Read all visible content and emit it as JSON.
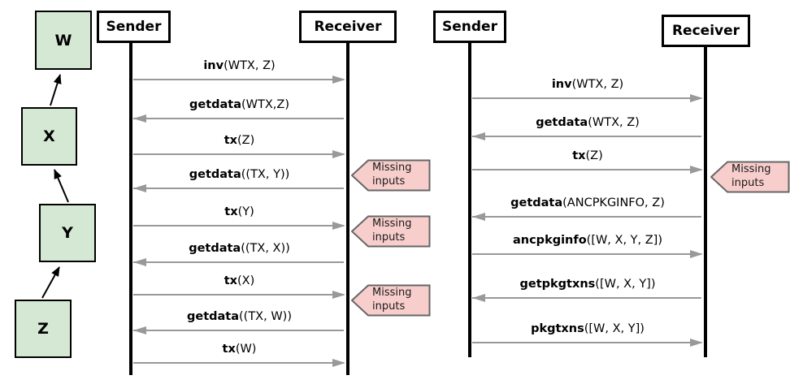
{
  "colors": {
    "node_green": "#d5e8d4",
    "callout_pink": "#f8cecc",
    "callout_border": "#666666",
    "arrow_gray": "#999999",
    "line_black": "#000000"
  },
  "dependency_graph": {
    "nodes": [
      {
        "label": "W"
      },
      {
        "label": "X"
      },
      {
        "label": "Y"
      },
      {
        "label": "Z"
      }
    ],
    "edges": [
      {
        "from": "X",
        "to": "W"
      },
      {
        "from": "Y",
        "to": "X"
      },
      {
        "from": "Z",
        "to": "Y"
      }
    ]
  },
  "diagrams": [
    {
      "sender_label": "Sender",
      "receiver_label": "Receiver",
      "messages": [
        {
          "name": "inv",
          "args": "(WTX, Z)",
          "direction": "to-receiver"
        },
        {
          "name": "getdata",
          "args": "(WTX,Z)",
          "direction": "to-sender"
        },
        {
          "name": "tx",
          "args": "(Z)",
          "direction": "to-receiver"
        },
        {
          "name": "getdata",
          "args": "((TX, Y))",
          "direction": "to-sender"
        },
        {
          "name": "tx",
          "args": "(Y)",
          "direction": "to-receiver"
        },
        {
          "name": "getdata",
          "args": "((TX, X))",
          "direction": "to-sender"
        },
        {
          "name": "tx",
          "args": "(X)",
          "direction": "to-receiver"
        },
        {
          "name": "getdata",
          "args": "((TX, W))",
          "direction": "to-sender"
        },
        {
          "name": "tx",
          "args": "(W)",
          "direction": "to-receiver"
        }
      ],
      "callouts": [
        {
          "text": "Missing inputs"
        },
        {
          "text": "Missing inputs"
        },
        {
          "text": "Missing inputs"
        }
      ]
    },
    {
      "sender_label": "Sender",
      "receiver_label": "Receiver",
      "messages": [
        {
          "name": "inv",
          "args": "(WTX, Z)",
          "direction": "to-receiver"
        },
        {
          "name": "getdata",
          "args": "(WTX, Z)",
          "direction": "to-sender"
        },
        {
          "name": "tx",
          "args": "(Z)",
          "direction": "to-receiver"
        },
        {
          "name": "getdata",
          "args": "(ANCPKGINFO, Z)",
          "direction": "to-sender"
        },
        {
          "name": "ancpkginfo",
          "args": "([W, X, Y, Z])",
          "direction": "to-receiver"
        },
        {
          "name": "getpkgtxns",
          "args": "([W, X, Y])",
          "direction": "to-sender"
        },
        {
          "name": "pkgtxns",
          "args": "([W, X, Y])",
          "direction": "to-receiver"
        }
      ],
      "callouts": [
        {
          "text": "Missing inputs"
        }
      ]
    }
  ]
}
